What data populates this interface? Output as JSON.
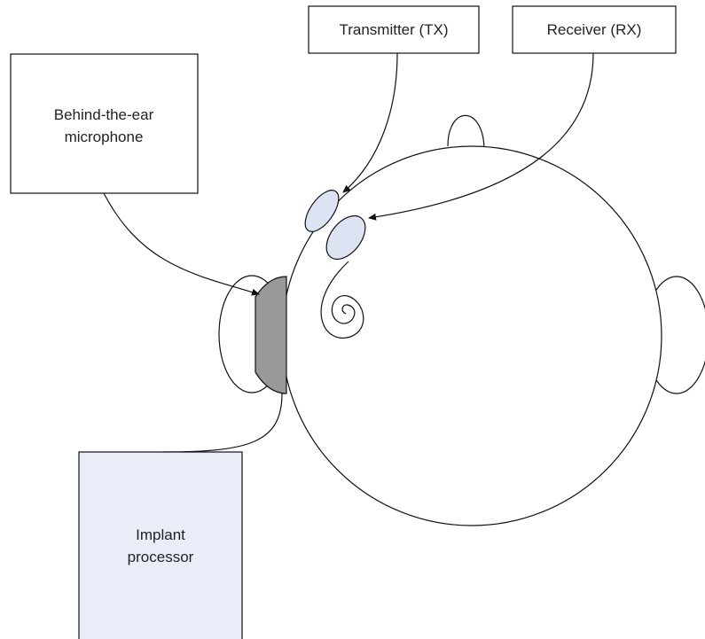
{
  "labels": {
    "microphone_line1": "Behind-the-ear",
    "microphone_line2": "microphone",
    "transmitter": "Transmitter (TX)",
    "receiver": "Receiver (RX)",
    "processor_line1": "Implant",
    "processor_line2": "processor"
  },
  "colors": {
    "stroke": "#111111",
    "processor_fill": "#e9edf8",
    "coil_fill": "#dde3f3",
    "microphone_fill": "#999999"
  }
}
